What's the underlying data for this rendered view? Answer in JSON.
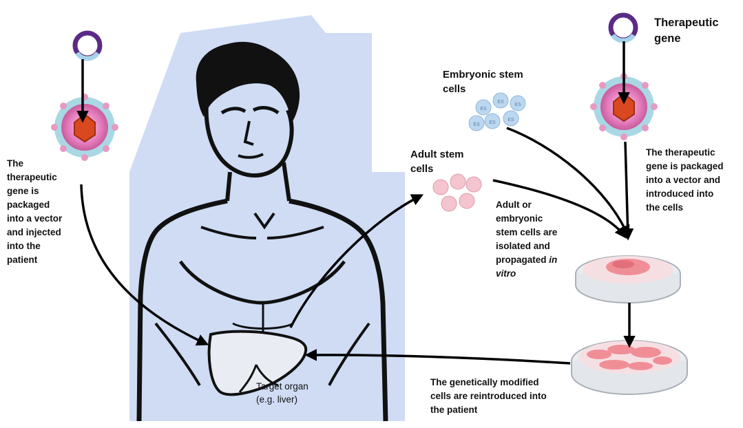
{
  "labels": {
    "therapeutic_gene": "Therapeutic\ngene",
    "embryonic_stem_cells": "Embryonic stem\ncells",
    "adult_stem_cells": "Adult stem\ncells",
    "in_vivo_step": "The\ntherapeutic\ngene is\npackaged\ninto a vector\nand injected\ninto the\npatient",
    "ex_vivo_packaging_step": "The therapeutic\ngene is packaged\ninto a vector and\nintroduced into\nthe cells",
    "isolation_step_main": "Adult or\nembryonic\nstem cells are\nisolated and\npropagated ",
    "isolation_step_italic_1": "in",
    "isolation_step_italic_2": "vitro",
    "reintroduction_step": "The genetically modified\ncells are reintroduced into\nthe patient",
    "target_organ": "Target organ\n(e.g. liver)"
  },
  "stem_cell_marker": "ES",
  "colors": {
    "background_panel": "#cfdcf4",
    "plasmid_ring": "#5b2a86",
    "plasmid_gene_segment": "#a7d3ea",
    "capsid_outer": "#a9d8e4",
    "capsid_inner": "#e47bbd",
    "gene_core": "#d9481e",
    "embryonic_cells": "#bcd8f1",
    "adult_cells": "#f4c5cf",
    "dish_cells": "#f08e96",
    "arrow": "#000000",
    "text": "#111111"
  }
}
